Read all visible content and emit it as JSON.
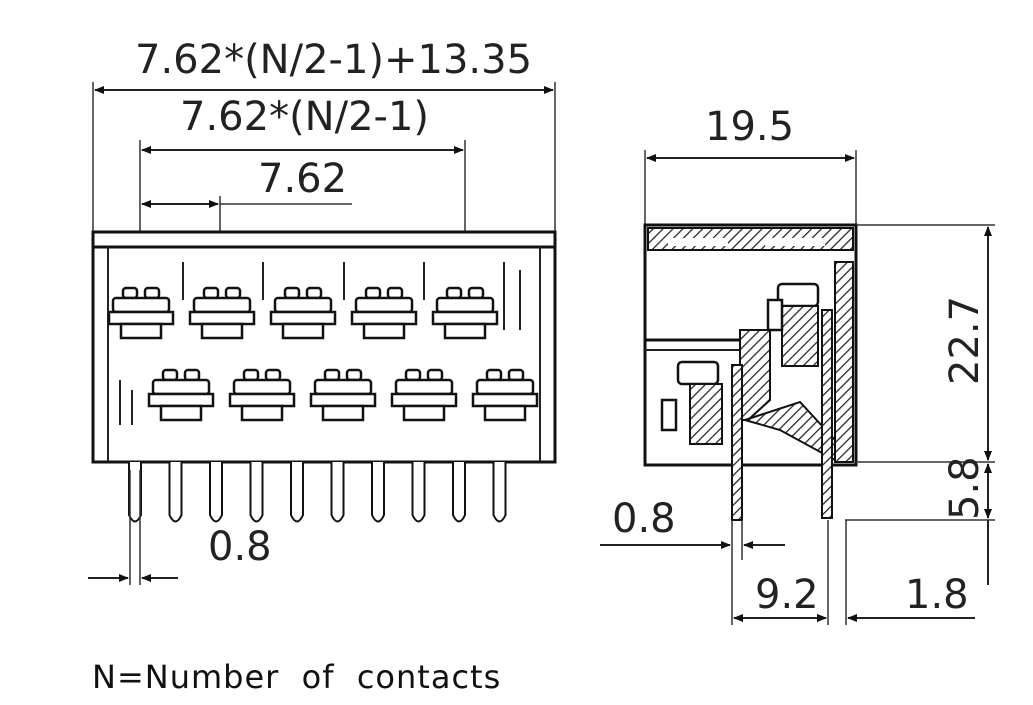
{
  "front_view": {
    "dim_overall": "7.62*(N/2-1)+13.35",
    "dim_span": "7.62*(N/2-1)",
    "dim_pitch": "7.62",
    "dim_pin_width": "0.8",
    "upper_row_contacts": 5,
    "lower_row_contacts": 5,
    "pins": 10
  },
  "side_view": {
    "dim_depth": "19.5",
    "dim_height": "22.7",
    "dim_pin_length": "5.8",
    "dim_pin_width": "0.8",
    "dim_pin_spacing": "9.2",
    "dim_offset": "1.8"
  },
  "note": "N=Number  of  contacts"
}
